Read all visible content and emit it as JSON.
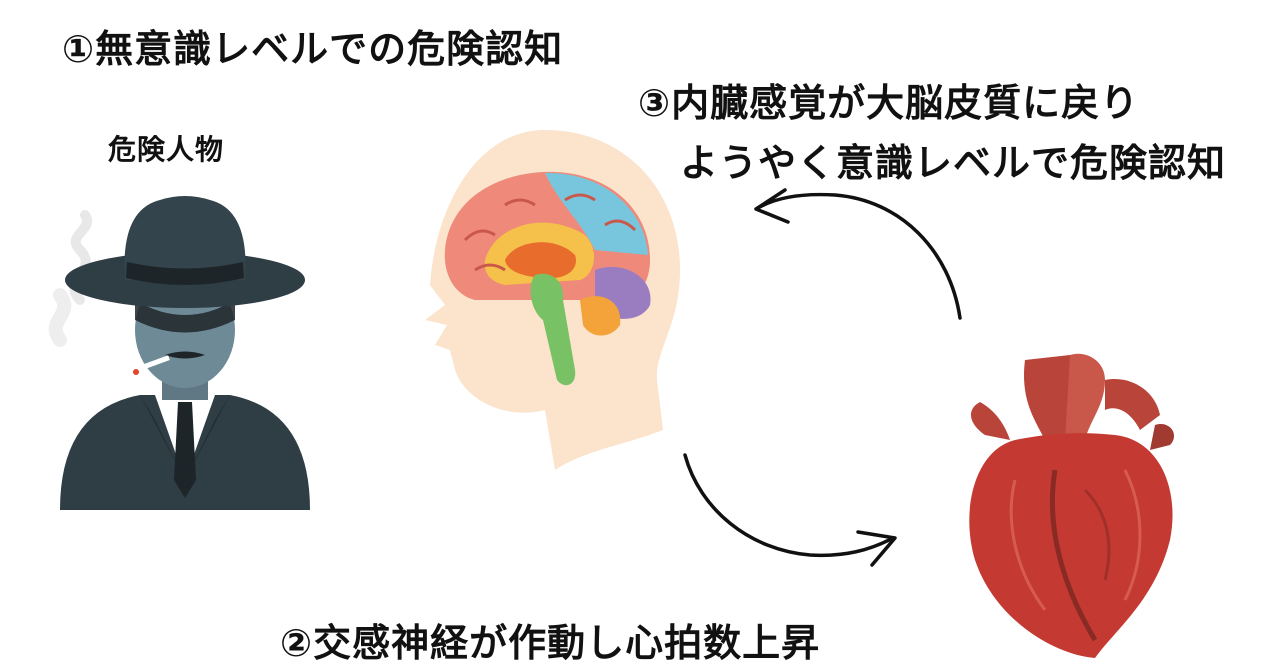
{
  "steps": {
    "step1": "①無意識レベルでの危険認知",
    "step2": "②交感神経が作動し心拍数上昇",
    "step3_line1": "③内臓感覚が大脳皮質に戻り",
    "step3_line2": "ようやく意識レベルで危険認知"
  },
  "person_label": "危険人物",
  "icons": [
    "shady-man-icon",
    "brain-head-icon",
    "heart-icon",
    "curved-arrow-icon"
  ],
  "colors": {
    "text": "#111111",
    "suit": "#2f3d45",
    "head_skin": "#fbe3cc",
    "heart": "#c43a32"
  }
}
